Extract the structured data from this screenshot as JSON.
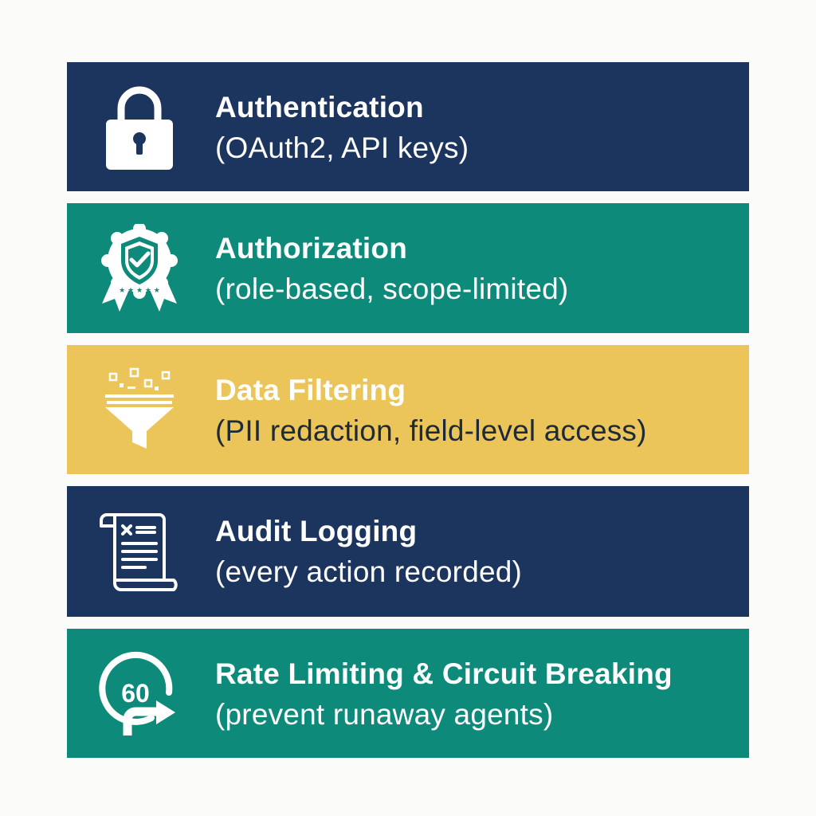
{
  "layers": [
    {
      "title": "Authentication",
      "subtitle": "(OAuth2, API keys)",
      "icon": "lock-icon",
      "background": "#1c355e",
      "text_color": "#ffffff"
    },
    {
      "title": "Authorization",
      "subtitle": "(role-based, scope-limited)",
      "icon": "shield-badge-icon",
      "background": "#0e8a7b",
      "text_color": "#ffffff"
    },
    {
      "title": "Data Filtering",
      "subtitle": "(PII redaction, field-level access)",
      "icon": "funnel-icon",
      "background": "#ecc55a",
      "title_color": "#ffffff",
      "text_color": "#1c2a3a"
    },
    {
      "title": "Audit Logging",
      "subtitle": "(every action recorded)",
      "icon": "scroll-log-icon",
      "background": "#1c355e",
      "text_color": "#ffffff"
    },
    {
      "title": "Rate Limiting & Circuit Breaking",
      "subtitle": "(prevent runaway agents)",
      "icon": "rate-limit-icon",
      "icon_text": "60",
      "background": "#0e8a7b",
      "text_color": "#ffffff"
    }
  ]
}
